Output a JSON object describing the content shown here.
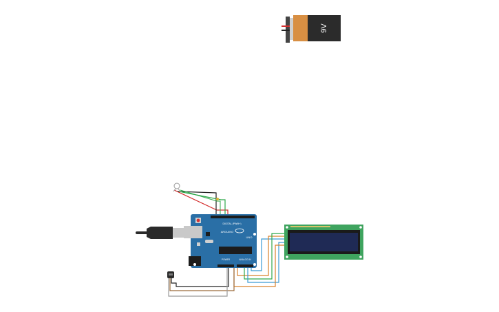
{
  "canvas": {
    "background": "#ffffff"
  },
  "battery": {
    "label": "9V",
    "body_color": "#2b2b2b",
    "band_color": "#d88f43",
    "positive_wire_color": "#d43030",
    "negative_wire_color": "#222222"
  },
  "arduino": {
    "board_color": "#2a6fa6",
    "digital_header_label": "DIGITAL (PWM~)",
    "model_label": "UNO",
    "logo_text": "ARDUINO",
    "power_header_label": "POWER",
    "analog_header_label": "ANALOG IN"
  },
  "lcd": {
    "pcb_color": "#3fa45f",
    "screen_color": "#1f2a55"
  },
  "sensor": {
    "body_color": "#2a2a2a"
  },
  "wire_colors": {
    "red": "#d43030",
    "black": "#222222",
    "green": "#2fa84a",
    "orange": "#d9822b",
    "blue": "#3b9bd4",
    "gray": "#9a9a9a",
    "brown": "#9a6a3a"
  }
}
